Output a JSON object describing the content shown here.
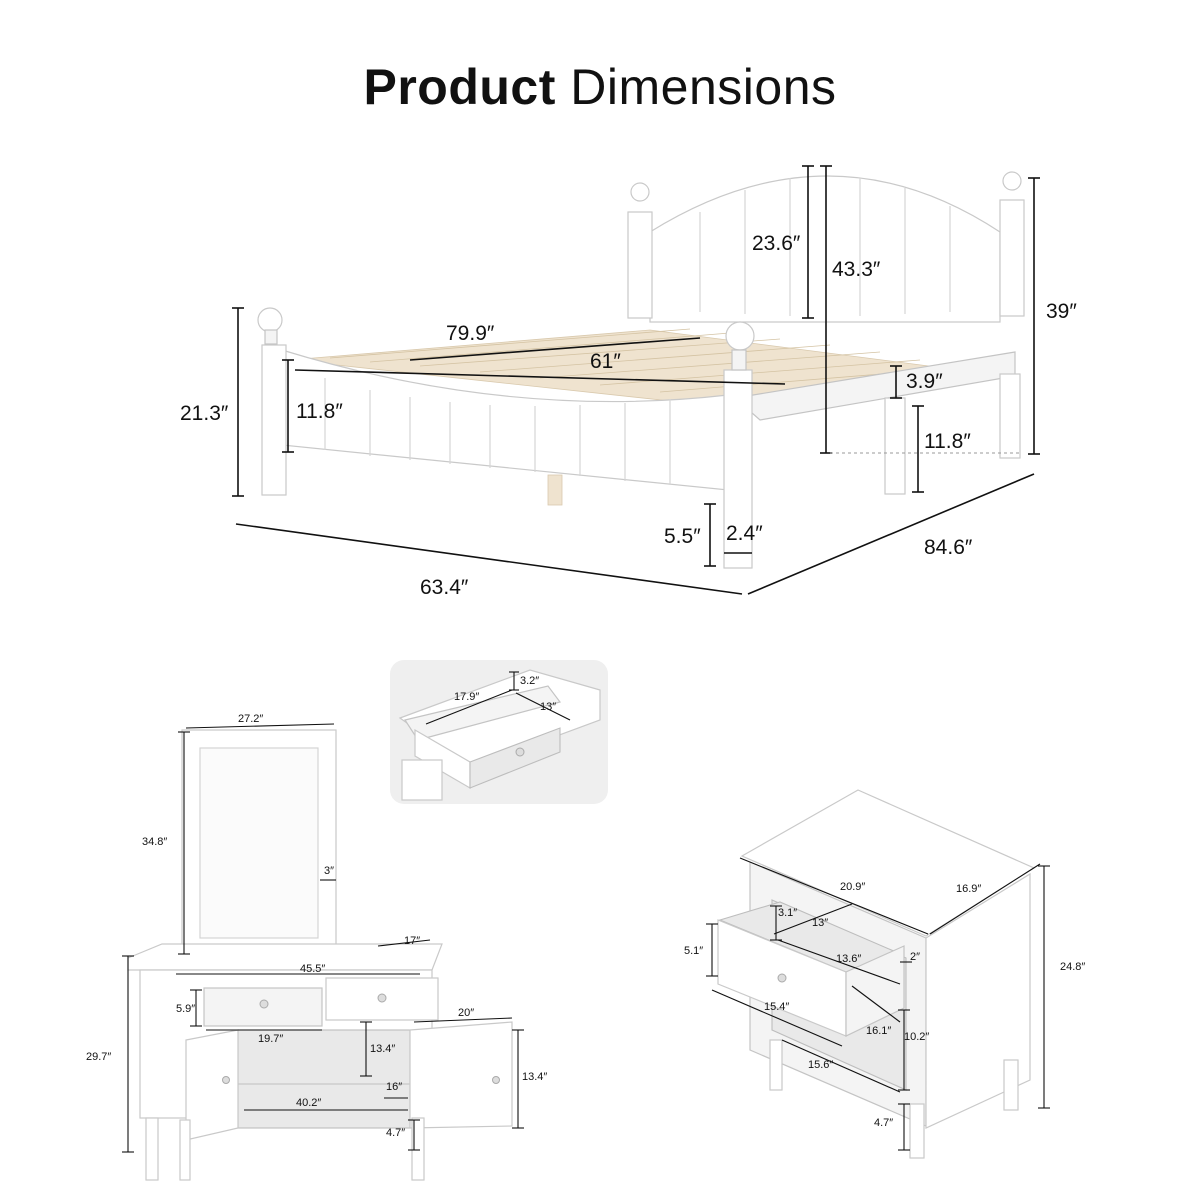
{
  "title": {
    "bold": "Product",
    "light": "Dimensions"
  },
  "bed": {
    "headboard_panel": "23.6″",
    "headboard_total": "43.3″",
    "headpost": "39″",
    "length_inner": "79.9″",
    "width_inner": "61″",
    "footpost": "21.3″",
    "footboard_panel": "11.8″",
    "rail": "3.9″",
    "under_clearance": "11.8″",
    "leg_height": "5.5″",
    "leg_width": "2.4″",
    "overall_width": "63.4″",
    "overall_length": "84.6″"
  },
  "drawer_detail": {
    "width": "17.9″",
    "height": "3.2″",
    "depth": "13″"
  },
  "dresser": {
    "mirror_width": "27.2″",
    "mirror_height": "34.8″",
    "mirror_frame": "3″",
    "depth": "17″",
    "top_width": "45.5″",
    "drawer_height": "5.9″",
    "drawer_width": "19.7″",
    "door_width": "20″",
    "cabinet_inner_height": "13.4″",
    "cabinet_depth": "16″",
    "door_height": "13.4″",
    "overall_height": "29.7″",
    "cabinet_inner_width": "40.2″",
    "leg_height": "4.7″"
  },
  "nightstand": {
    "width": "20.9″",
    "depth": "16.9″",
    "drawer_height_inner": "3.1″",
    "drawer_depth": "13″",
    "drawer_front_height": "5.1″",
    "drawer_inner_width": "13.6″",
    "drawer_side": "2″",
    "drawer_front_width": "15.4″",
    "drawer_inner_depth": "16.1″",
    "shelf_height": "10.2″",
    "shelf_width": "15.6″",
    "overall_height": "24.8″",
    "leg_height": "4.7″"
  }
}
